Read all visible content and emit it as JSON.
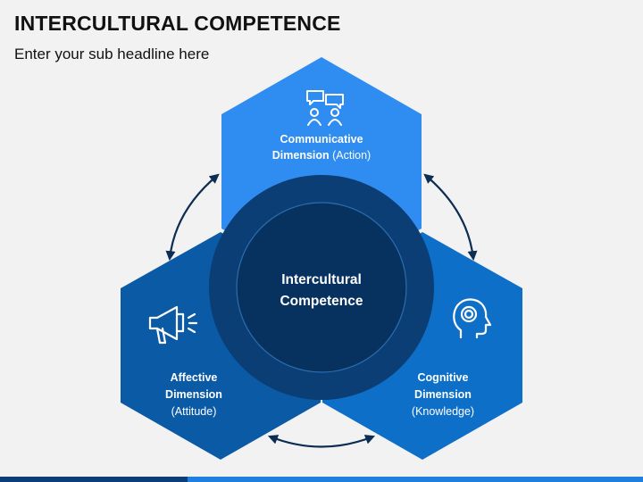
{
  "header": {
    "title": "INTERCULTURAL COMPETENCE",
    "subtitle": "Enter your sub headline here"
  },
  "diagram": {
    "center": {
      "line1": "Intercultural",
      "line2": "Competence"
    },
    "communicative": {
      "line1": "Communicative",
      "line2_bold": "Dimension",
      "line2_rest": " (Action)",
      "icon": "group-chat-icon"
    },
    "affective": {
      "line1": "Affective",
      "line2": "Dimension",
      "line3": "(Attitude)",
      "icon": "megaphone-icon"
    },
    "cognitive": {
      "line1": "Cognitive",
      "line2": "Dimension",
      "line3": "(Knowledge)",
      "icon": "head-gear-icon"
    }
  },
  "colors": {
    "communicative": "#2f8cf0",
    "cognitive": "#0e6fc9",
    "affective": "#0b5aa6",
    "center_outer": "#0b3e74",
    "center_inner": "#073260",
    "arrows": "#0d2d52",
    "bar_left": "#0b3e74",
    "bar_right": "#1e7fe0"
  }
}
